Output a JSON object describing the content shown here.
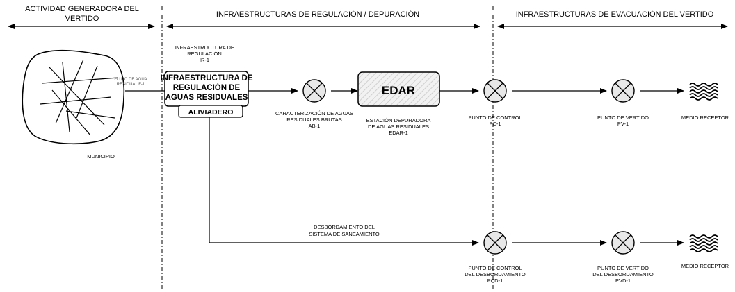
{
  "sections": {
    "actividad_line1": "ACTIVIDAD GENERADORA DEL",
    "actividad_line2": "VERTIDO",
    "regulacion": "INFRAESTRUCTURAS DE REGULACIÓN / DEPURACIÓN",
    "evacuacion": "INFRAESTRUCTURAS DE EVACUACIÓN DEL VERTIDO"
  },
  "municipio": {
    "label": "MUNICIPIO"
  },
  "flujo": {
    "line1": "FLUJO DE AGUA",
    "line2": "RESIDUAL F-1"
  },
  "ir": {
    "caption1": "INFRAESTRUCTURA DE",
    "caption2": "REGULACIÓN",
    "caption3": "IR-1",
    "box1": "INFRAESTRUCTURA DE",
    "box2": "REGULACIÓN DE",
    "box3": "AGUAS RESIDUALES",
    "aliviadero": "ALIVIADERO"
  },
  "ab": {
    "line1": "CARACTERIZACIÓN DE AGUAS",
    "line2": "RESIDUALES BRUTAS",
    "line3": "AB-1"
  },
  "edar": {
    "box": "EDAR",
    "line1": "ESTACIÓN DEPURADORA",
    "line2": "DE AGUAS RESIDUALES",
    "line3": "EDAR-1"
  },
  "pc": {
    "line1": "PUNTO DE CONTROL",
    "line2": "PC-1"
  },
  "pv": {
    "line1": "PUNTO DE VERTIDO",
    "line2": "PV-1"
  },
  "medio1": {
    "label": "MEDIO RECEPTOR"
  },
  "desbordamiento": {
    "line1": "DESBORDAMIENTO DEL",
    "line2": "SISTEMA DE SANEAMIENTO"
  },
  "pcd": {
    "line1": "PUNTO DE CONTROL",
    "line2": "DEL DESBORDAMIENTO",
    "line3": "PCD-1"
  },
  "pvd": {
    "line1": "PUNTO DE VERTIDO",
    "line2": "DEL DESBORDAMIENTO",
    "line3": "PVD-1"
  },
  "medio2": {
    "label": "MEDIO RECEPTOR"
  }
}
